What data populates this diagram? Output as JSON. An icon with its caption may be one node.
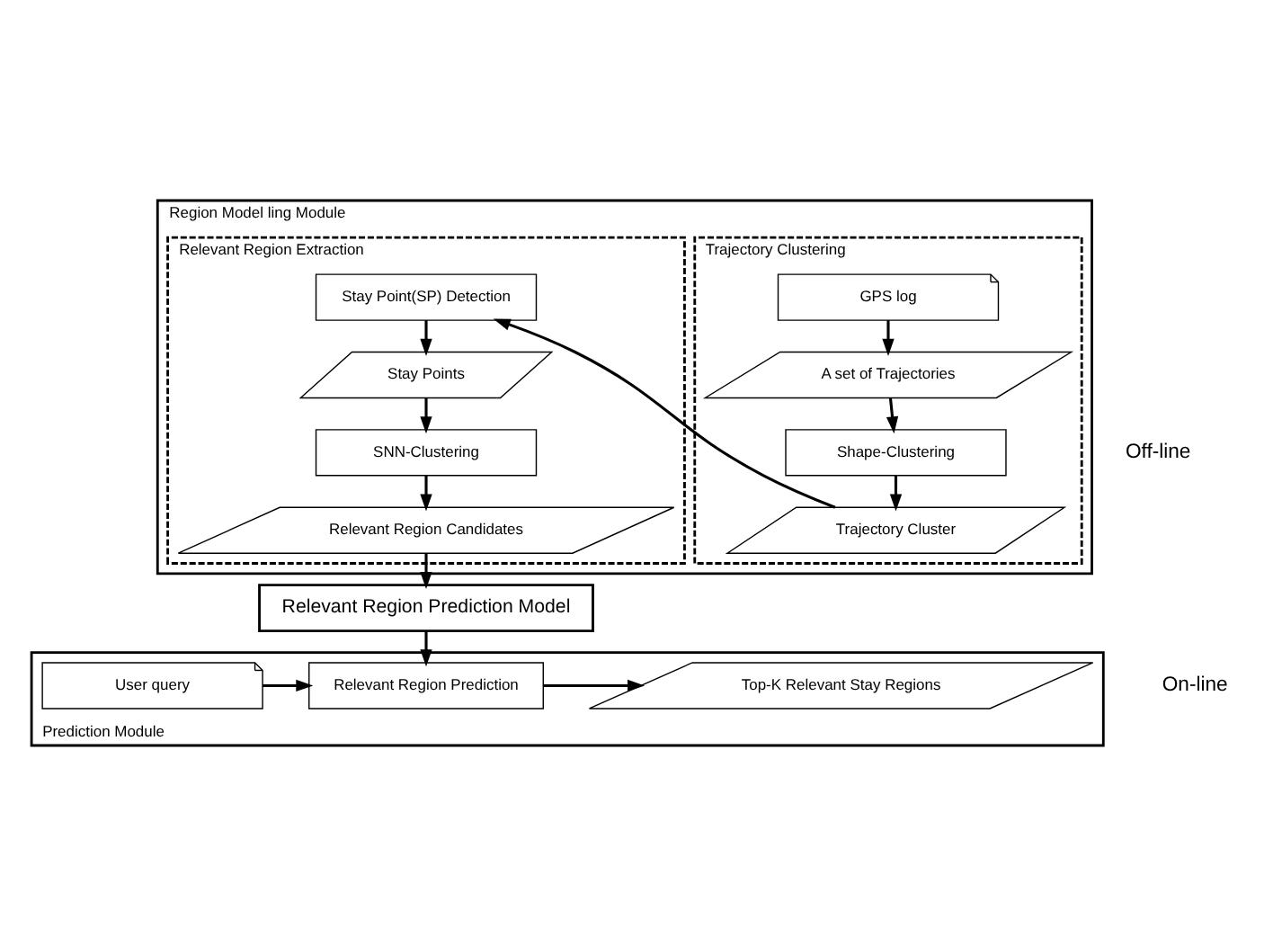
{
  "diagram": {
    "nodes": [
      {
        "text": [
          "Region Model ling Module"
        ]
      },
      {
        "text": [
          "Trajectory Clustering"
        ],
        "in": 0
      },
      {
        "text": [
          "GPS log"
        ],
        "in": 1
      },
      {
        "text": [
          "A set of Trajectories"
        ],
        "in": 1
      },
      {
        "text": [
          "Shape-Clustering"
        ],
        "in": 1
      },
      {
        "text": [
          "Trajectory Cluster"
        ],
        "in": 1
      },
      {
        "text": [
          "Relevant Region Extraction"
        ],
        "in": 0
      },
      {
        "text": [
          "Stay Point(SP) Detection"
        ],
        "in": 6
      },
      {
        "text": [
          "Stay Points"
        ],
        "in": 6
      },
      {
        "text": [
          "SNN-Clustering"
        ],
        "in": 6
      },
      {
        "text": [
          "Relevant Region Candidates"
        ],
        "in": 6
      },
      {
        "text": [
          "Relevant Region Prediction Model"
        ]
      },
      {
        "text": [
          "Prediction Module"
        ]
      },
      {
        "text": [
          "User query"
        ],
        "in": 12
      },
      {
        "text": [
          "Relevant Region Prediction"
        ],
        "in": 12
      },
      {
        "text": [
          "Top-K Relevant Stay Regions"
        ],
        "in": 12
      }
    ],
    "edges": [
      {
        "from": 2,
        "to": 3,
        "arrow": "to"
      },
      {
        "from": 3,
        "to": 4,
        "arrow": "to"
      },
      {
        "from": 4,
        "to": 5,
        "arrow": "to"
      },
      {
        "from": 5,
        "to": 7,
        "arrow": "to"
      },
      {
        "from": 7,
        "to": 8,
        "arrow": "to"
      },
      {
        "from": 8,
        "to": 9,
        "arrow": "to"
      },
      {
        "from": 9,
        "to": 10,
        "arrow": "to"
      },
      {
        "from": 10,
        "to": 11,
        "arrow": "to"
      },
      {
        "from": 11,
        "to": 14,
        "arrow": "to"
      },
      {
        "from": 13,
        "to": 14,
        "arrow": "to"
      },
      {
        "from": 14,
        "to": 15,
        "arrow": "to"
      }
    ],
    "labels": [
      "Off-line",
      "On-line"
    ]
  }
}
